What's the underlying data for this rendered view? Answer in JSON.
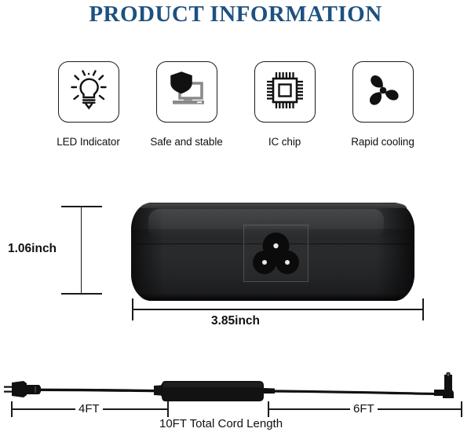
{
  "page": {
    "title": "PRODUCT INFORMATION",
    "title_color": "#1d5180"
  },
  "features": [
    {
      "icon": "lightbulb-icon",
      "label": "LED Indicator"
    },
    {
      "icon": "shield-laptop-icon",
      "label": "Safe and stable"
    },
    {
      "icon": "ic-chip-icon",
      "label": "IC chip"
    },
    {
      "icon": "fan-icon",
      "label": "Rapid cooling"
    }
  ],
  "product": {
    "alt": "ac-power-adapter-brick",
    "socket": "c5-clover-socket",
    "height_label": "1.06inch",
    "width_label": "3.85inch"
  },
  "cord": {
    "ac_segment_label": "4FT",
    "dc_segment_label": "6FT",
    "total_label": "10FT Total Cord Length",
    "ac_plug": "ac-wall-plug",
    "dc_tip": "right-angle-dc-barrel-tip"
  }
}
